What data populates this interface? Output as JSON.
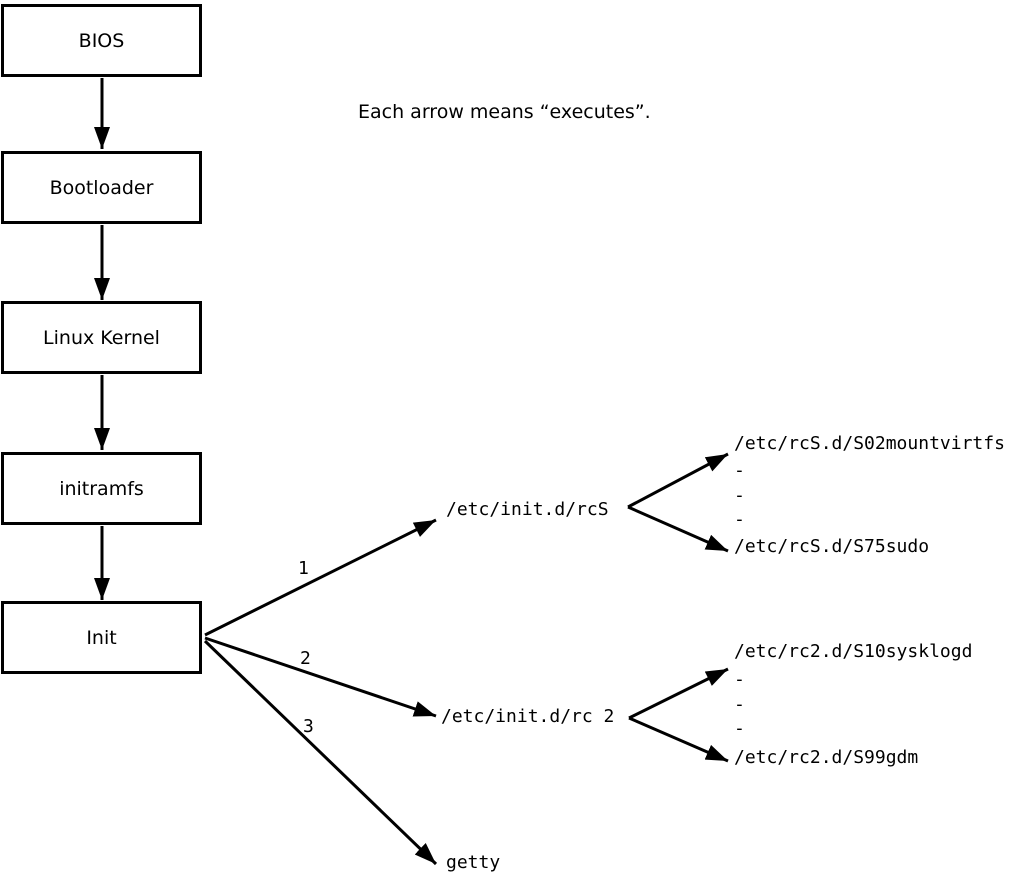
{
  "diagram": {
    "annotation": "Each arrow means “executes”.",
    "boot_sequence": [
      "BIOS",
      "Bootloader",
      "Linux Kernel",
      "initramfs",
      "Init"
    ],
    "init_branches": [
      {
        "order": "1",
        "target": "/etc/init.d/rcS"
      },
      {
        "order": "2",
        "target": "/etc/init.d/rc 2"
      },
      {
        "order": "3",
        "target": "getty"
      }
    ],
    "rcS_scripts": [
      "/etc/rcS.d/S02mountvirtfs",
      "-",
      "-",
      "-",
      "/etc/rcS.d/S75sudo"
    ],
    "rc2_scripts": [
      "/etc/rc2.d/S10sysklogd",
      "-",
      "-",
      "-",
      "/etc/rc2.d/S99gdm"
    ],
    "colors": {
      "line": "#000000",
      "background": "#ffffff"
    }
  }
}
